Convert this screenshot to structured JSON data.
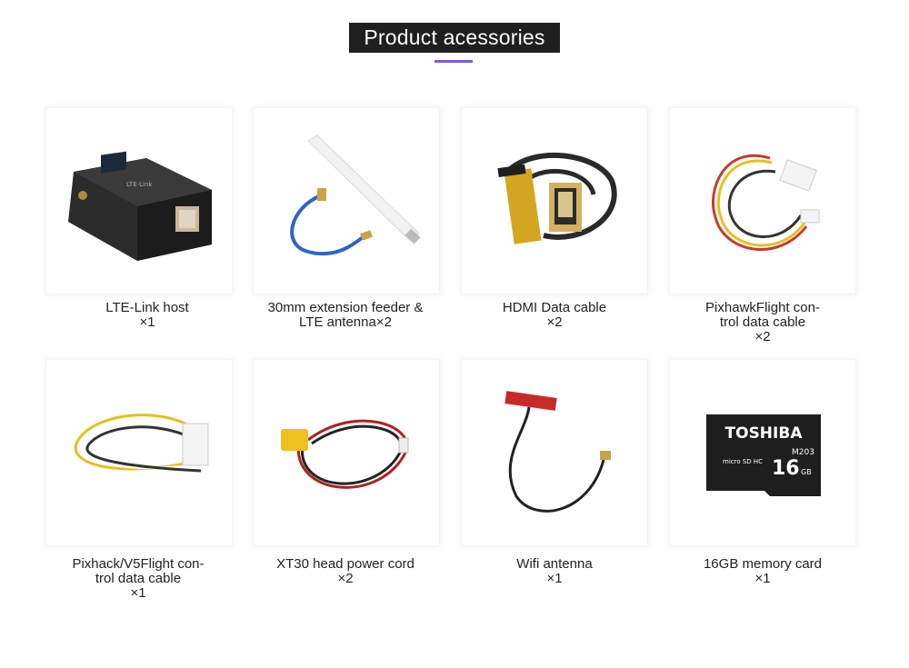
{
  "header": {
    "title": "Product acessories"
  },
  "products": [
    {
      "name": "LTE-Link host",
      "qty": "×1",
      "image_icon": "lte-link-host-device-icon"
    },
    {
      "name": "30mm extension feeder &\nLTE antenna",
      "qty": "×2",
      "image_icon": "antenna-with-feeder-cable-icon"
    },
    {
      "name": "HDMI Data cable",
      "qty": "×2",
      "image_icon": "hdmi-cable-icon"
    },
    {
      "name": "PixhawkFlight con-\ntrol data cable",
      "qty": "×2",
      "image_icon": "flight-control-cable-icon"
    },
    {
      "name": "Pixhack/V5Flight con-\ntrol data cable",
      "qty": "×1",
      "image_icon": "flight-control-cable-icon"
    },
    {
      "name": "XT30 head power cord",
      "qty": "×2",
      "image_icon": "xt30-power-cord-icon"
    },
    {
      "name": "Wifi antenna",
      "qty": "×1",
      "image_icon": "wifi-antenna-icon"
    },
    {
      "name": "16GB memory card",
      "qty": "×1",
      "image_icon": "memory-card-icon",
      "card_print": {
        "brand": "TOSHIBA",
        "capacity": "16",
        "unit": "GB",
        "model": "M203",
        "logo": "micro SD HC"
      }
    }
  ],
  "colors": {
    "accent_underline": "#7b5ce6",
    "title_bg": "#1f1f1f",
    "title_text": "#ffffff"
  }
}
